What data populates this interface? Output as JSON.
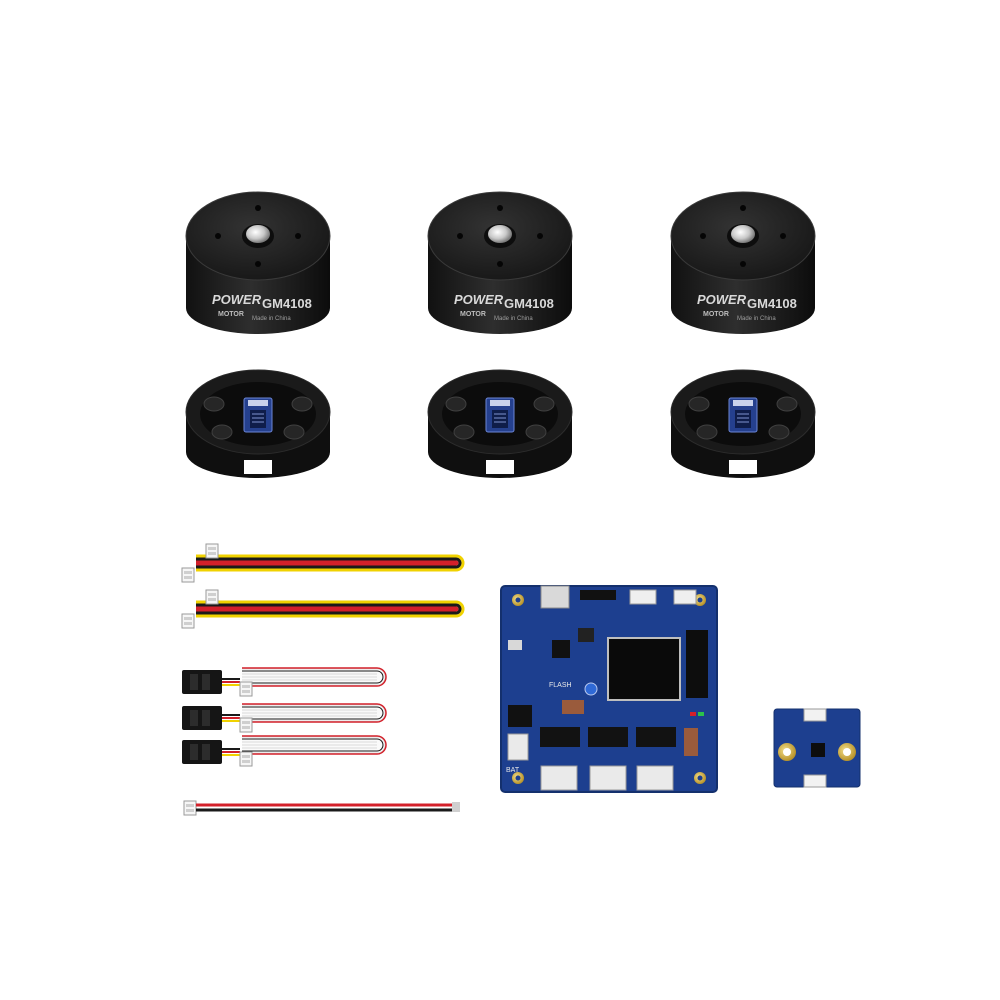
{
  "motor": {
    "brand_line1": "POWER",
    "brand_line2": "MOTOR",
    "model": "GM4108",
    "origin": "Made in China",
    "count_shown": 3
  },
  "controller_board": {
    "label_flash": "FLASH",
    "label_bat": "BAT"
  },
  "colors": {
    "motor_body": "#1c1c1c",
    "pcb_blue": "#1d3f8f",
    "pcb_pad_gold": "#d7b64a",
    "wire_red": "#d3202a",
    "wire_yellow": "#f0d200",
    "wire_black": "#1a1a1a"
  }
}
